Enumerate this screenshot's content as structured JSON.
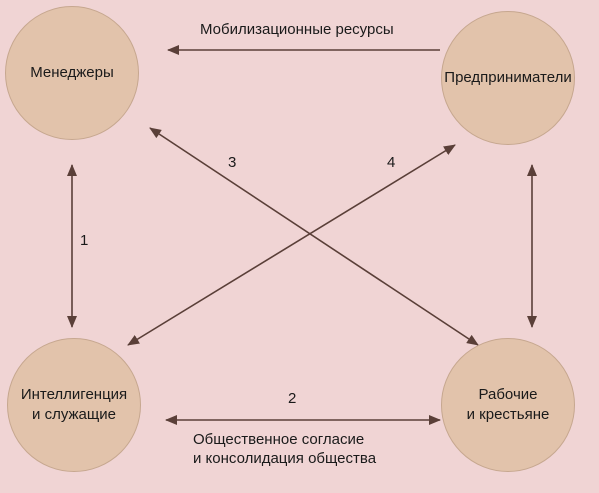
{
  "colors": {
    "background": "#f0d4d4",
    "node_fill": "#e2c3ab",
    "arrow": "#5a3f38",
    "text": "#1a1a1a"
  },
  "nodes": {
    "managers": "Менеджеры",
    "entrepreneurs": "Предприниматели",
    "intelligentsia": "Интеллигенция\nи служащие",
    "workers": "Рабочие\nи крестьяне"
  },
  "edges": {
    "top_label": "Мобилизационные ресурсы",
    "left_number": "1",
    "bottom_number": "2",
    "diagonal_3_number": "3",
    "diagonal_4_number": "4",
    "bottom_label": "Общественное согласие\nи  консолидация общества"
  }
}
